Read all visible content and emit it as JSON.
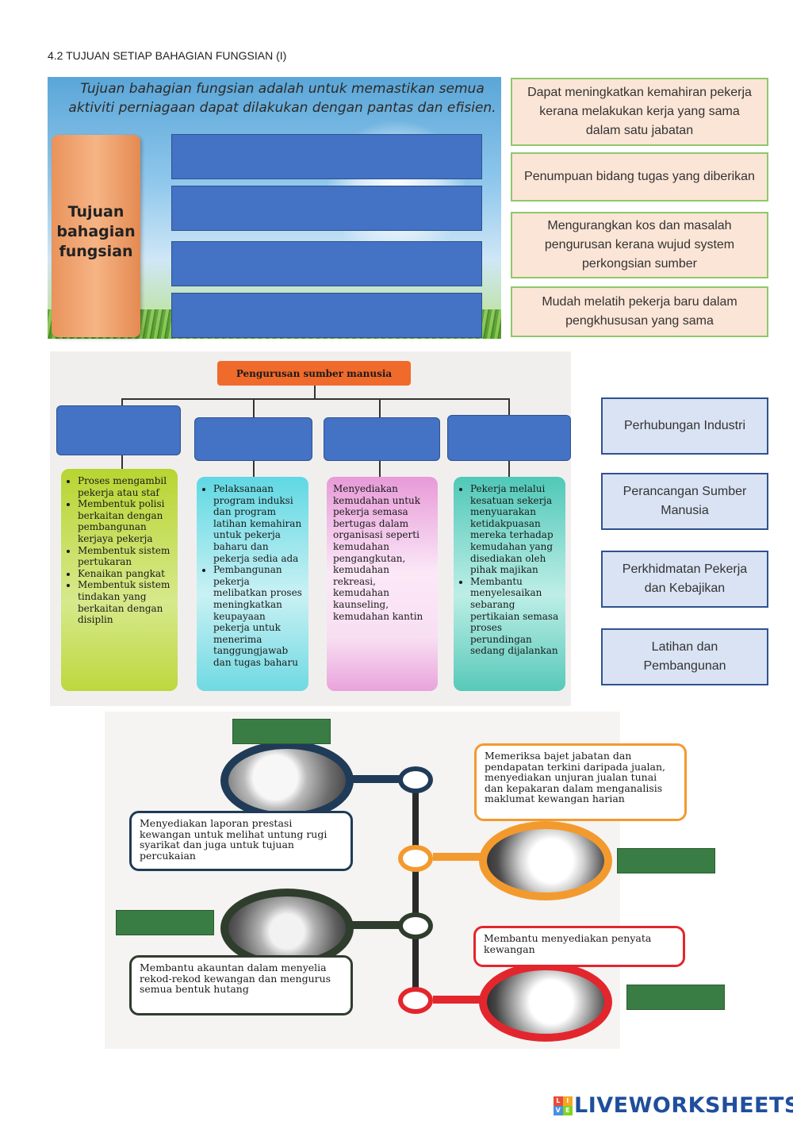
{
  "heading": "4.2 TUJUAN SETIAP BAHAGIAN FUNGSIAN (I)",
  "section1": {
    "intro": "Tujuan bahagian fungsian adalah untuk memastikan semua aktiviti perniagaan dapat dilakukan dengan pantas dan efisien.",
    "pillar_label": "Tujuan bahagian fungsian",
    "options": [
      "Dapat meningkatkan kemahiran pekerja kerana melakukan kerja yang sama dalam satu jabatan",
      "Penumpuan bidang tugas yang diberikan",
      "Mengurangkan kos dan masalah pengurusan kerana wujud system perkongsian sumber",
      "Mudah melatih pekerja baru dalam pengkhususan yang sama"
    ]
  },
  "section2": {
    "title": "Pengurusan sumber manusia",
    "cards": [
      {
        "items": [
          "Proses mengambil pekerja atau staf",
          "Membentuk polisi berkaitan dengan pembangunan kerjaya pekerja",
          "Membentuk sistem pertukaran",
          "Kenaikan pangkat",
          "Membentuk sistem tindakan yang berkaitan dengan disiplin"
        ]
      },
      {
        "items": [
          "Pelaksanaan program induksi dan program latihan kemahiran untuk pekerja baharu dan pekerja sedia ada",
          "Pembangunan pekerja melibatkan proses meningkatkan keupayaan pekerja untuk menerima tanggungjawab dan tugas baharu"
        ]
      },
      {
        "text": "Menyediakan kemudahan untuk pekerja semasa bertugas dalam organisasi seperti kemudahan pengangkutan, kemudahan rekreasi, kemudahan kaunseling, kemudahan kantin"
      },
      {
        "items": [
          "Pekerja melalui kesatuan sekerja menyuarakan ketidakpuasan mereka terhadap kemudahan yang disediakan oleh pihak majikan",
          "Membantu menyelesaikan sebarang pertikaian semasa proses perundingan sedang dijalankan"
        ]
      }
    ],
    "options": [
      "Perhubungan Industri",
      "Perancangan Sumber Manusia",
      "Perkhidmatan Pekerja dan Kebajikan",
      "Latihan dan Pembangunan"
    ]
  },
  "section3": {
    "texts": [
      "Memeriksa bajet jabatan dan pendapatan terkini daripada jualan, menyediakan unjuran jualan tunai dan kepakaran dalam menganalisis maklumat kewangan harian",
      "Menyediakan laporan prestasi kewangan untuk melihat untung rugi syarikat dan juga untuk tujuan percukaian",
      "Membantu menyediakan penyata kewangan",
      "Membantu akauntan dalam menyelia rekod-rekod kewangan dan mengurus semua bentuk hutang"
    ],
    "colors": {
      "navy": "#1f3b57",
      "orange": "#f39a2e",
      "dark_green": "#2f3d2c",
      "red": "#e3262d"
    }
  },
  "logo": {
    "text": "LIVEWORKSHEETS",
    "mark": [
      "L",
      "I",
      "V",
      "E"
    ]
  }
}
